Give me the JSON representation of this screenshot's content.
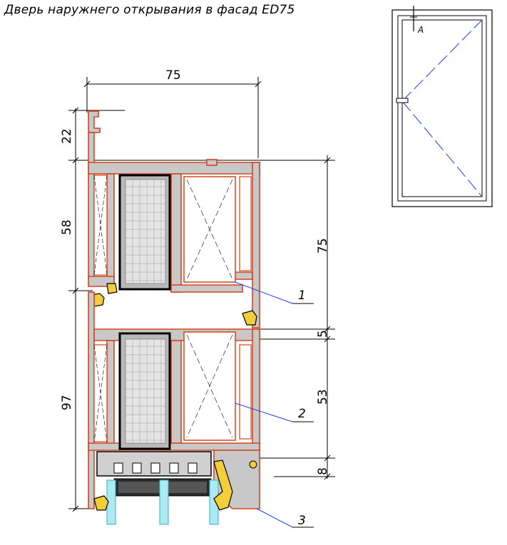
{
  "title": "Дверь наружнего открывания  в фасад ED75",
  "dimensions": {
    "top_width": "75",
    "left_22": "22",
    "left_58": "58",
    "left_97": "97",
    "right_75": "75",
    "right_5": "5",
    "right_53": "53",
    "right_8": "8"
  },
  "callouts": [
    "1",
    "2",
    "3"
  ],
  "elevation": {
    "section_label": "A"
  },
  "colors": {
    "profile_fill": "#c8c8c8",
    "profile_outline": "#d2461e",
    "insulation": "#b0b0b0",
    "gasket": "#f2cf3a",
    "glass": "#aee8f0",
    "leader": "#1a3cff"
  }
}
